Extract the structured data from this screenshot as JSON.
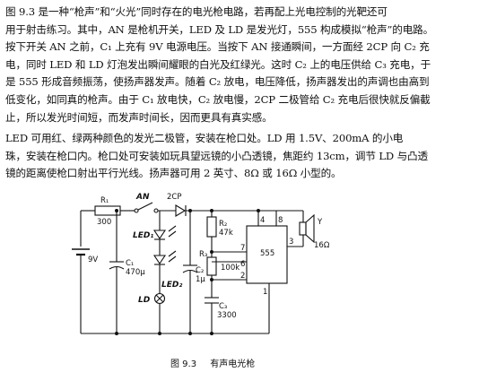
{
  "paragraph1": [
    "图 9.3 是一种“枪声”和“火光”同时存在的电光枪电路，若再配上光电控制的光靶还可",
    "用于射击练习。其中，AN 是枪机开关，LED 及 LD 是发光灯，555 构成模拟“枪声”的电路。",
    "按下开关 AN 之前，C₁ 上充有 9V 电源电压。当按下 AN 接通瞬间，一方面经 2CP 向 C₂ 充",
    "电，同时 LED 和 LD 灯泡发出瞬间耀眼的白光及红绿光。这时 C₂ 上的电压供给 C₃ 充电，于",
    "是 555 形成音频振荡，使扬声器发声。随着 C₂ 放电，电压降低，扬声器发出的声调也由高到",
    "低变化，如同真的枪声。由于 C₁ 放电快，C₂ 放电慢，2CP 二极管给 C₂ 充电后很快就反偏截",
    "止，所以发光时间短，而发声时间长，因而更具有真实感。"
  ],
  "paragraph2": [
    "LED 可用红、绿两种颜色的发光二极管，安装在枪口处。LD 用 1.5V、200mA 的小电",
    "珠，安装在枪口内。枪口处可安装如玩具望远镜的小凸透镜，焦距约 13cm，调节 LD 与凸透",
    "镜的距离使枪口射出平行光线。扬声器可用 2 英寸、8Ω 或 16Ω 小型的。"
  ],
  "schematic": {
    "r1": "R₁",
    "r1_val": "300",
    "an": "AN",
    "diode": "2CP",
    "battery": "9V",
    "c1": "C₁",
    "c1_val": "470μ",
    "led1": "LED₁",
    "led2": "LED₂",
    "ld": "LD",
    "c2": "C₂",
    "c2_val": "1μ",
    "r2": "R₂",
    "r2_val": "47k",
    "r3": "R₃",
    "r3_val": "100k",
    "c3": "C₃",
    "c3_val": "3300",
    "ic": "555",
    "pin4": "4",
    "pin8": "8",
    "pin3": "3",
    "pin7": "7",
    "pin6": "6",
    "pin2": "2",
    "pin1": "1",
    "speaker": "Y",
    "speaker_val": "16Ω"
  },
  "caption": {
    "number": "图 9.3",
    "title": "有声电光枪"
  }
}
